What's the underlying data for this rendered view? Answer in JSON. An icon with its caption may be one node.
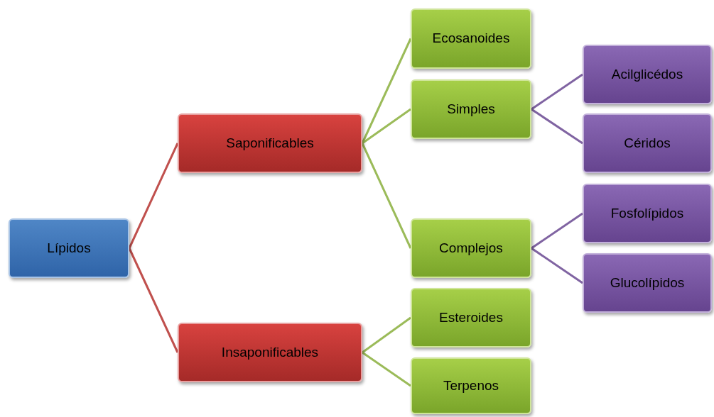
{
  "diagram": {
    "nodes": [
      {
        "text": [
          "Lípidos"
        ]
      },
      {
        "text": [
          "Saponificables"
        ]
      },
      {
        "text": [
          "Insaponificables"
        ]
      },
      {
        "text": [
          "Ecosanoides"
        ]
      },
      {
        "text": [
          "Simples"
        ]
      },
      {
        "text": [
          "Complejos"
        ]
      },
      {
        "text": [
          "Esteroides"
        ]
      },
      {
        "text": [
          "Terpenos"
        ]
      },
      {
        "text": [
          "Acilglicédos"
        ]
      },
      {
        "text": [
          "Céridos"
        ]
      },
      {
        "text": [
          "Fosfolípidos"
        ]
      },
      {
        "text": [
          "Glucolípidos"
        ]
      }
    ],
    "edges": [
      {
        "from": 0,
        "to": 1,
        "arrow": "none",
        "color": "#c0504d"
      },
      {
        "from": 0,
        "to": 2,
        "arrow": "none",
        "color": "#c0504d"
      },
      {
        "from": 1,
        "to": 3,
        "arrow": "none"
      },
      {
        "from": 1,
        "to": 4,
        "arrow": "none"
      },
      {
        "from": 1,
        "to": 5,
        "arrow": "none"
      },
      {
        "from": 2,
        "to": 6,
        "arrow": "none"
      },
      {
        "from": 2,
        "to": 7,
        "arrow": "none"
      },
      {
        "from": 4,
        "to": 8,
        "arrow": "none",
        "color": "#8064a2"
      },
      {
        "from": 4,
        "to": 9,
        "arrow": "none",
        "color": "#8064a2"
      },
      {
        "from": 5,
        "to": 10,
        "arrow": "none",
        "color": "#8064a2"
      },
      {
        "from": 5,
        "to": 11,
        "arrow": "none",
        "color": "#8064a2"
      }
    ]
  }
}
